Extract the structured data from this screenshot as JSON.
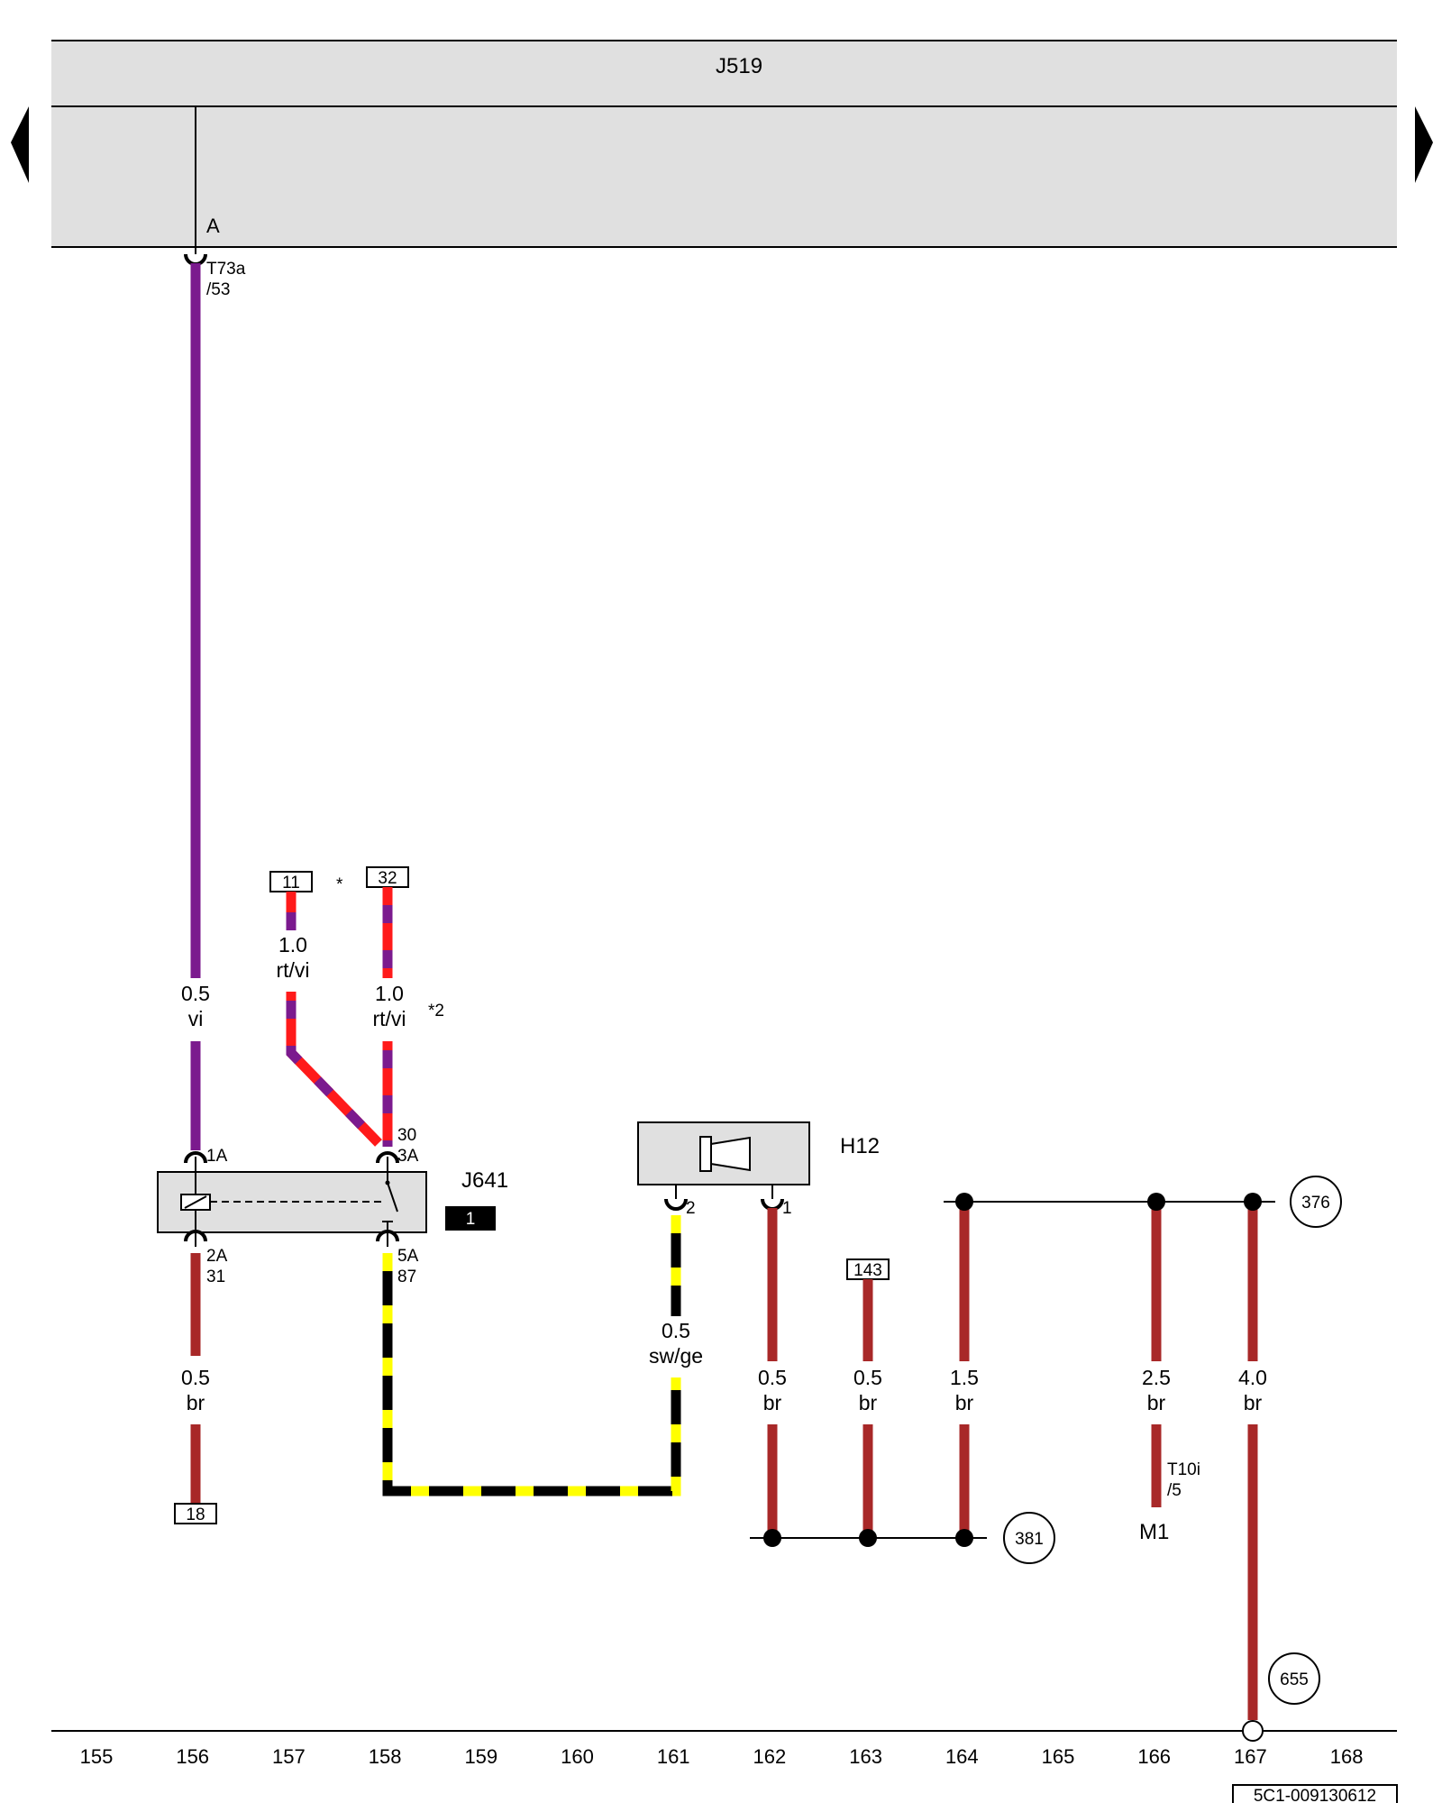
{
  "diagram": {
    "control_unit": {
      "label": "J519",
      "pin_label": "A",
      "connector": "T73a",
      "pin": "/53"
    },
    "relay": {
      "label": "J641",
      "badge": "1",
      "pin_in": "1A",
      "pin_out": "2A",
      "pin_out_num": "31",
      "pin_30": "30",
      "pin_3a": "3A",
      "pin_5a": "5A",
      "pin_87": "87"
    },
    "horn": {
      "label": "H12",
      "pin_2": "2",
      "pin_1": "1"
    },
    "motor": {
      "label": "M1",
      "connector": "T10i",
      "pin": "/5"
    },
    "refs": {
      "r11": "11",
      "r32": "32",
      "r18": "18",
      "r143": "143",
      "star": "*",
      "star2": "*2"
    },
    "grounds": {
      "g376": "376",
      "g381": "381",
      "g655": "655"
    },
    "wires": {
      "w_vi_size": "0.5",
      "w_vi_color": "vi",
      "w_rtvi1_size": "1.0",
      "w_rtvi1_color": "rt/vi",
      "w_rtvi2_size": "1.0",
      "w_rtvi2_color": "rt/vi",
      "w_br156_size": "0.5",
      "w_br156_color": "br",
      "w_swge_size": "0.5",
      "w_swge_color": "sw/ge",
      "w_br162_size": "0.5",
      "w_br162_color": "br",
      "w_br163_size": "0.5",
      "w_br163_color": "br",
      "w_br164_size": "1.5",
      "w_br164_color": "br",
      "w_br166_size": "2.5",
      "w_br166_color": "br",
      "w_br167_size": "4.0",
      "w_br167_color": "br"
    },
    "grid_numbers": [
      "155",
      "156",
      "157",
      "158",
      "159",
      "160",
      "161",
      "162",
      "163",
      "164",
      "165",
      "166",
      "167",
      "168"
    ],
    "doc_code": "5C1-009130612"
  },
  "colors": {
    "violet": "#7b1a8e",
    "red": "#ff1a1a",
    "brown": "#a82828",
    "black": "#000000",
    "yellow": "#ffff00",
    "panel": "#e0e0e0"
  }
}
